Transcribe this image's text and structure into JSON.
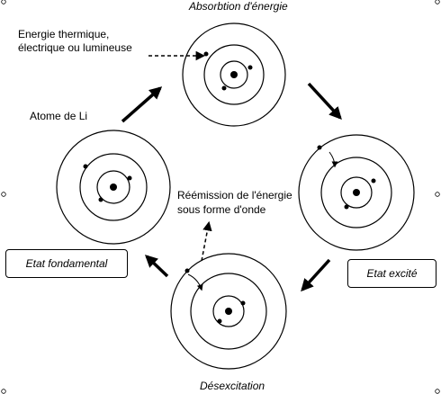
{
  "labels": {
    "absorption": "Absorbtion d'énergie",
    "energy_line1": "Energie thermique,",
    "energy_line2": "électrique ou lumineuse",
    "atom": "Atome de Li",
    "reemission_line1": "Réémission de l'énergie",
    "reemission_line2": "sous forme d'onde",
    "ground_state": "Etat fondamental",
    "excited_state": "Etat excité",
    "deexcitation": "Désexcitation"
  },
  "colors": {
    "ink": "#000000",
    "background": "#ffffff"
  }
}
